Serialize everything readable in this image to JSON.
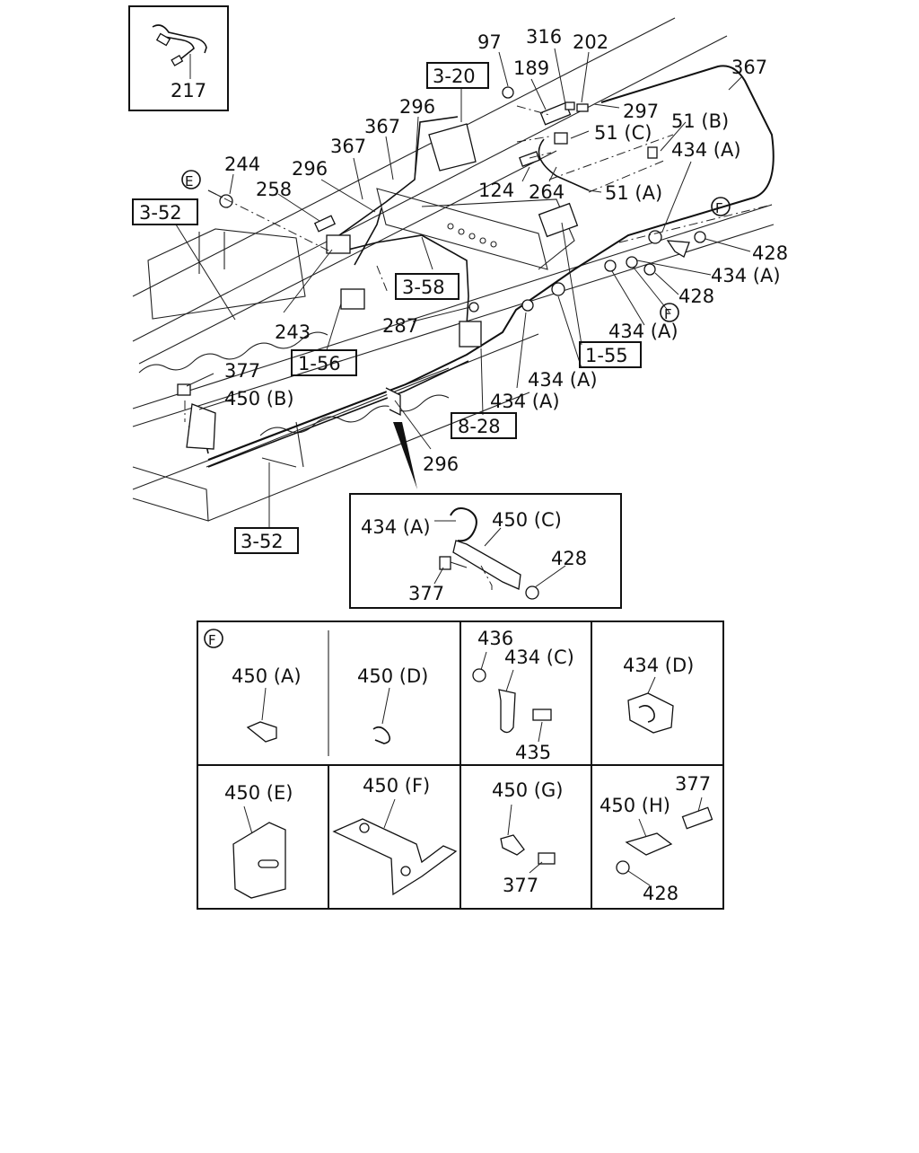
{
  "inset_top_label": "217",
  "main_labels": {
    "l97": "97",
    "l316": "316",
    "l202": "202",
    "l367_top": "367",
    "l189": "189",
    "l297": "297",
    "l296_a": "296",
    "l367_a": "367",
    "l367_b": "367",
    "l51b": "51 (B)",
    "l51c": "51 (C)",
    "l434a_1": "434 (A)",
    "l244": "244",
    "l296_b": "296",
    "l258": "258",
    "l124": "124",
    "l264": "264",
    "l51a": "51 (A)",
    "l428_a": "428",
    "l434a_2": "434 (A)",
    "l428_b": "428",
    "l243": "243",
    "l287": "287",
    "l434a_3": "434 (A)",
    "l377": "377",
    "l450b": "450 (B)",
    "l434a_4": "434 (A)",
    "l434a_5": "434 (A)",
    "l296_c": "296"
  },
  "circle_markers": {
    "e": "E",
    "f_top": "F",
    "f_mid": "F"
  },
  "ref_boxes": {
    "r320": "3-20",
    "r352_top": "3-52",
    "r358": "3-58",
    "r156": "1-56",
    "r155": "1-55",
    "r828": "8-28",
    "r352_bottom": "3-52"
  },
  "detail_inset": {
    "l434a": "434 (A)",
    "l450c": "450 (C)",
    "l428": "428",
    "l377": "377"
  },
  "grid": {
    "marker": "F",
    "cells": {
      "c1": [
        "450 (A)"
      ],
      "c2": [
        "450 (D)"
      ],
      "c3": [
        "436",
        "434 (C)",
        "435"
      ],
      "c4": [
        "434 (D)"
      ],
      "c5": [
        "450 (E)"
      ],
      "c6": [
        "450 (F)"
      ],
      "c7": [
        "450 (G)",
        "377"
      ],
      "c8": [
        "377",
        "450 (H)",
        "428"
      ]
    }
  }
}
